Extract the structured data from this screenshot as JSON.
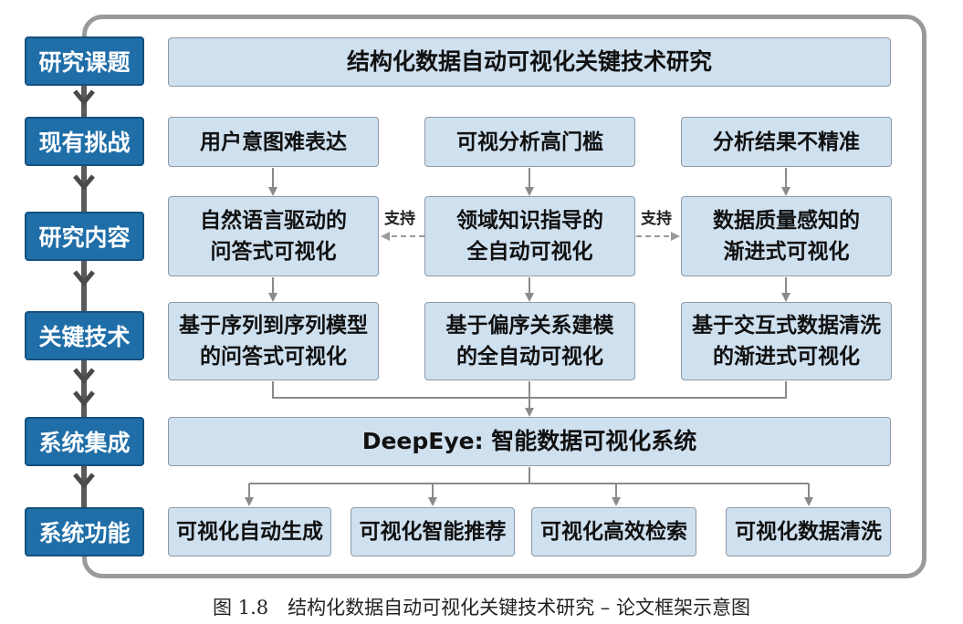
{
  "categories": [
    {
      "label": "研究课题"
    },
    {
      "label": "现有挑战"
    },
    {
      "label": "研究内容"
    },
    {
      "label": "关键技术"
    },
    {
      "label": "系统集成"
    },
    {
      "label": "系统功能"
    }
  ],
  "topic": "结构化数据自动可视化关键技术研究",
  "challenges": [
    "用户意图难表达",
    "可视分析高门槛",
    "分析结果不精准"
  ],
  "contents": [
    {
      "line1": "自然语言驱动的",
      "line2": "问答式可视化"
    },
    {
      "line1": "领域知识指导的",
      "line2": "全自动可视化"
    },
    {
      "line1": "数据质量感知的",
      "line2": "渐进式可视化"
    }
  ],
  "support_label": "支持",
  "techniques": [
    {
      "line1": "基于序列到序列模型",
      "line2": "的问答式可视化"
    },
    {
      "line1": "基于偏序关系建模",
      "line2": "的全自动可视化"
    },
    {
      "line1": "基于交互式数据清洗",
      "line2": "的渐进式可视化"
    }
  ],
  "system": "DeepEye: 智能数据可视化系统",
  "functions": [
    "可视化自动生成",
    "可视化智能推荐",
    "可视化高效检索",
    "可视化数据清洗"
  ],
  "caption": "图 1.8　结构化数据自动可视化关键技术研究 – 论文框架示意图"
}
